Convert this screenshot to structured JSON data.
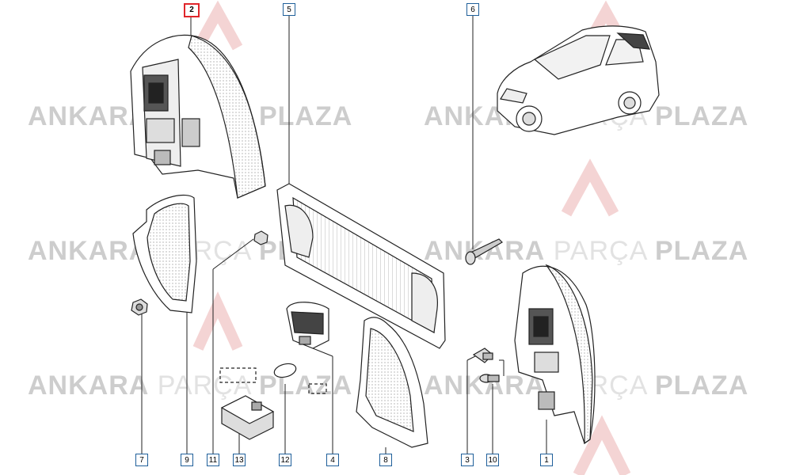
{
  "watermark": {
    "word1": "ANKARA",
    "word2": "PARÇA",
    "word3": "PLAZA",
    "logo": "AP-logo"
  },
  "callouts": [
    {
      "id": "c2",
      "label": "2",
      "active": true
    },
    {
      "id": "c5",
      "label": "5"
    },
    {
      "id": "c6",
      "label": "6"
    },
    {
      "id": "c7",
      "label": "7"
    },
    {
      "id": "c9",
      "label": "9"
    },
    {
      "id": "c11",
      "label": "11"
    },
    {
      "id": "c13",
      "label": "13"
    },
    {
      "id": "c12",
      "label": "12"
    },
    {
      "id": "c4",
      "label": "4"
    },
    {
      "id": "c8",
      "label": "8"
    },
    {
      "id": "c3",
      "label": "3"
    },
    {
      "id": "c10",
      "label": "10"
    },
    {
      "id": "c1",
      "label": "1"
    }
  ],
  "colors": {
    "callout_border": "#1f5f9a",
    "active_border": "#e0262b",
    "line": "#222222",
    "watermark": "#d6d6d6"
  }
}
